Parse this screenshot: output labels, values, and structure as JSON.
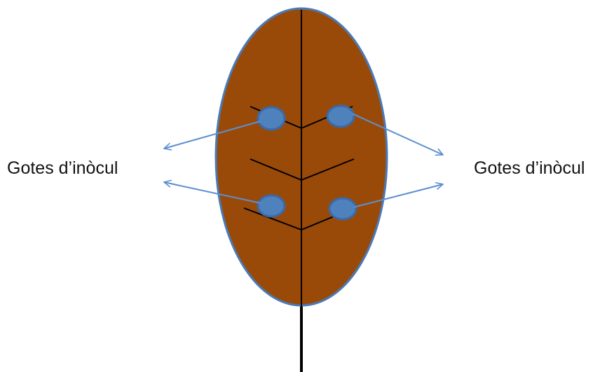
{
  "labels": {
    "left": "Gotes d’inòcul",
    "right": "Gotes d’inòcul"
  },
  "colors": {
    "leaf_fill": "#9a4a08",
    "leaf_outline": "#4a7ab8",
    "drop_fill": "#4f81bd",
    "drop_outline": "#3a6aa8",
    "arrow": "#5b8fd0",
    "veins": "#000000",
    "stem": "#000000"
  },
  "elements": {
    "leaf": "brown oval leaf",
    "drops": 4,
    "arrows": 4
  }
}
